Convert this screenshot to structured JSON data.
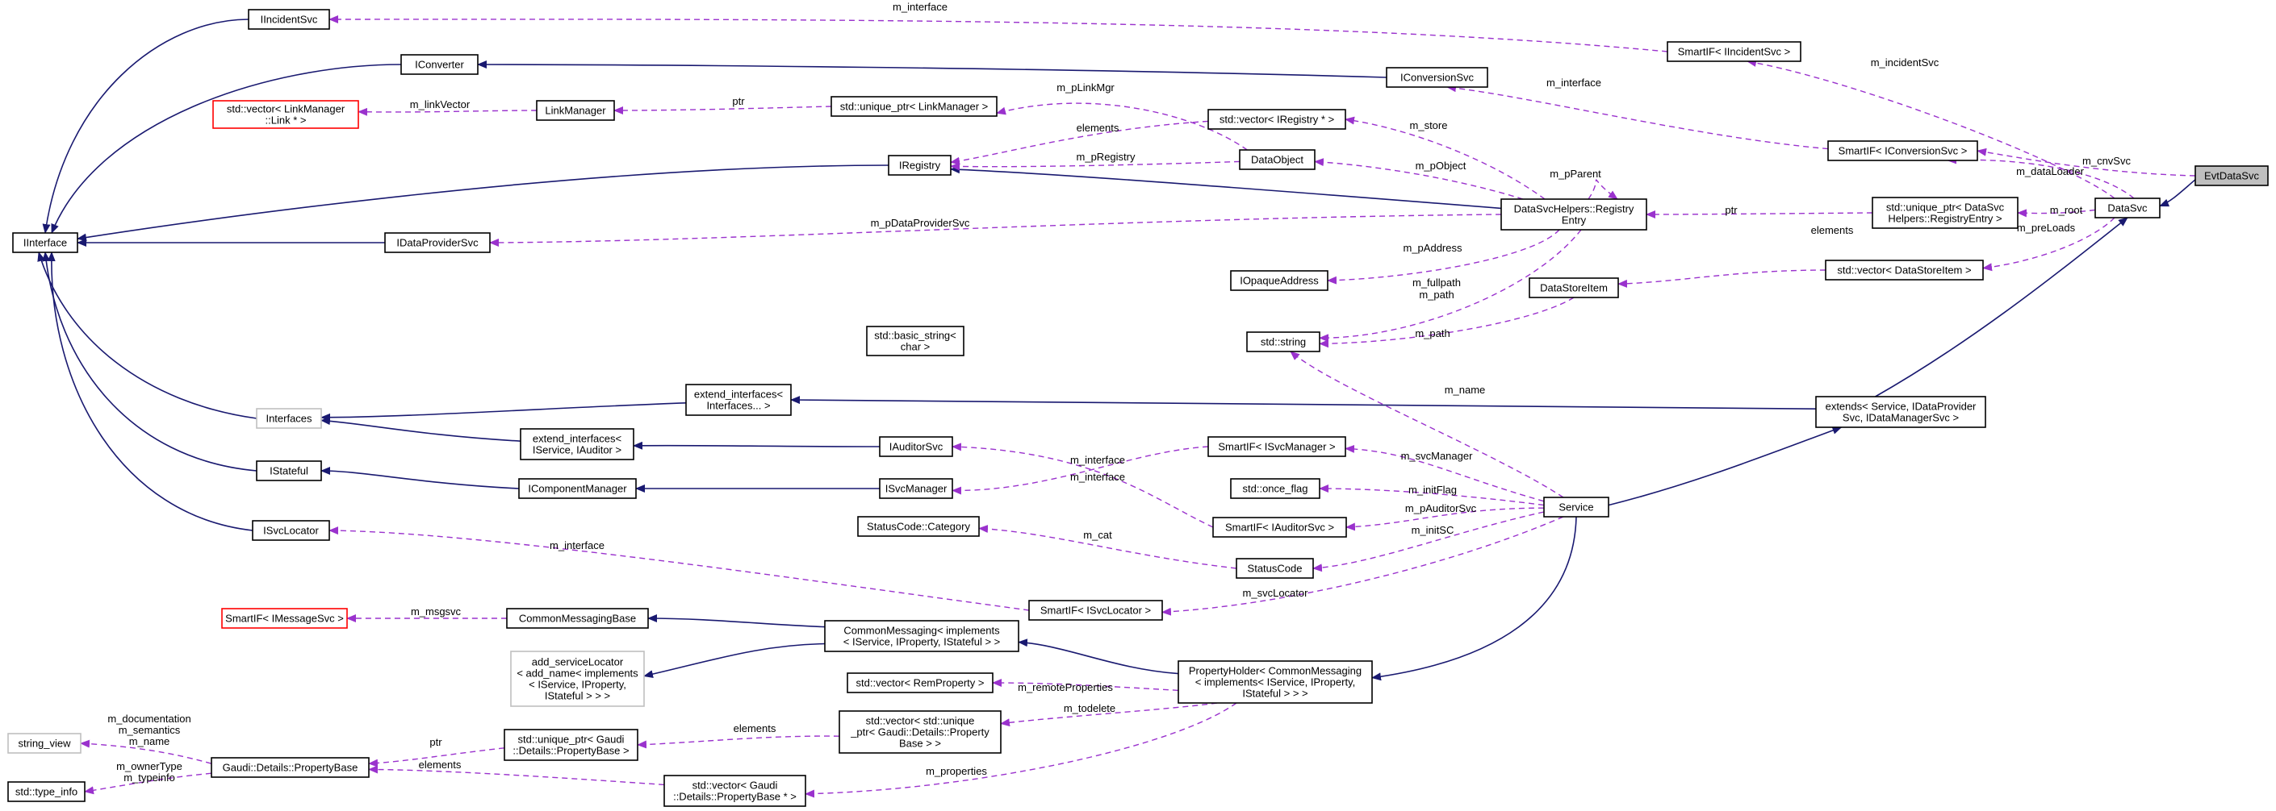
{
  "colors": {
    "inheritance": "#191970",
    "usage": "#9a32cd",
    "missing_class": "#ff0000",
    "external_class": "#bfbfbf",
    "focus_fill": "#bfbfbf"
  },
  "nodes": {
    "IIncidentSvc": [
      "IIncidentSvc"
    ],
    "IConverter": [
      "IConverter"
    ],
    "IInterface": [
      "IInterface"
    ],
    "VectorLinkManager": [
      "std::vector< LinkManager",
      "::Link * >"
    ],
    "LinkManager": [
      "LinkManager"
    ],
    "UniquePtrLinkManager": [
      "std::unique_ptr< LinkManager >"
    ],
    "IConversionSvc": [
      "IConversionSvc"
    ],
    "SmartIFIncidentSvc": [
      "SmartIF< IIncidentSvc >"
    ],
    "IRegistry": [
      "IRegistry"
    ],
    "VectorIRegistry": [
      "std::vector< IRegistry * >"
    ],
    "DataObject": [
      "DataObject"
    ],
    "SmartIFConversionSvc": [
      "SmartIF< IConversionSvc >"
    ],
    "EvtDataSvc": [
      "EvtDataSvc"
    ],
    "IDataProviderSvc": [
      "IDataProviderSvc"
    ],
    "RegistryEntry": [
      "DataSvcHelpers::Registry",
      "Entry"
    ],
    "UniquePtrRegistryEntry": [
      "std::unique_ptr< DataSvc",
      "Helpers::RegistryEntry >"
    ],
    "DataSvc": [
      "DataSvc"
    ],
    "IOpaqueAddress": [
      "IOpaqueAddress"
    ],
    "VectorDataStoreItem": [
      "std::vector< DataStoreItem >"
    ],
    "DataStoreItem": [
      "DataStoreItem"
    ],
    "BasicString": [
      "std::basic_string<",
      "char >"
    ],
    "StdString": [
      "std::string"
    ],
    "Interfaces": [
      "Interfaces"
    ],
    "ExtendInterfacesInterfaces": [
      "extend_interfaces<",
      "Interfaces... >"
    ],
    "ExtendsService": [
      "extends< Service, IDataProvider",
      "Svc, IDataManagerSvc >"
    ],
    "ExtendInterfacesServiceAuditor": [
      "extend_interfaces<",
      "IService, IAuditor >"
    ],
    "IAuditorSvc": [
      "IAuditorSvc"
    ],
    "SmartIFSvcManager": [
      "SmartIF< ISvcManager >"
    ],
    "IStateful": [
      "IStateful"
    ],
    "IComponentManager": [
      "IComponentManager"
    ],
    "ISvcManager": [
      "ISvcManager"
    ],
    "StdOnceFlag": [
      "std::once_flag"
    ],
    "Service": [
      "Service"
    ],
    "SmartIFAuditorSvc": [
      "SmartIF< IAuditorSvc >"
    ],
    "ISvcLocator": [
      "ISvcLocator"
    ],
    "StatusCodeCategory": [
      "StatusCode::Category"
    ],
    "StatusCode": [
      "StatusCode"
    ],
    "SmartIFSvcLocator": [
      "SmartIF< ISvcLocator >"
    ],
    "SmartIFMessageSvc": [
      "SmartIF< IMessageSvc >"
    ],
    "CommonMessagingBase": [
      "CommonMessagingBase"
    ],
    "CommonMessaging": [
      "CommonMessaging< implements",
      "< IService, IProperty, IStateful > >"
    ],
    "AddServiceLocator": [
      "add_serviceLocator",
      "< add_name< implements",
      "< IService, IProperty,",
      "IStateful > > >"
    ],
    "VectorRemProperty": [
      "std::vector< RemProperty >"
    ],
    "PropertyHolder": [
      "PropertyHolder< CommonMessaging",
      "< implements< IService, IProperty,",
      "IStateful > > >"
    ],
    "StringView": [
      "string_view"
    ],
    "UniquePtrPropertyBase": [
      "std::unique_ptr< Gaudi",
      "::Details::PropertyBase >"
    ],
    "VectorUniquePtrPropertyBase": [
      "std::vector< std::unique",
      "_ptr< Gaudi::Details::Property",
      "Base > >"
    ],
    "PropertyBase": [
      "Gaudi::Details::PropertyBase"
    ],
    "StdTypeInfo": [
      "std::type_info"
    ],
    "VectorPropertyBasePtr": [
      "std::vector< Gaudi",
      "::Details::PropertyBase * >"
    ]
  },
  "edge_labels": {
    "m_interface_incident": "m_interface",
    "m_incidentSvc": "m_incidentSvc",
    "m_linkVector": "m_linkVector",
    "ptr_link": "ptr",
    "m_pLinkMgr": "m_pLinkMgr",
    "elements_registry": "elements",
    "m_interface_conversion": "m_interface",
    "m_cnvSvc": "m_cnvSvc",
    "m_store": "m_store",
    "m_dataLoader": "m_dataLoader",
    "m_pRegistry": "m_pRegistry",
    "m_pParent": "m_pParent",
    "m_pObject": "m_pObject",
    "m_pDataProviderSvc": "m_pDataProviderSvc",
    "ptr_registry": "ptr",
    "m_root": "m_root",
    "m_preLoads": "m_preLoads",
    "m_pAddress": "m_pAddress",
    "elements_storeitem": "elements",
    "m_fullpath": "m_fullpath",
    "m_path_entry": "m_path",
    "m_path_storeitem": "m_path",
    "m_name": "m_name",
    "m_interface_auditor": "m_interface",
    "m_svcManager": "m_svcManager",
    "m_interface_svcmanager": "m_interface",
    "m_initFlag": "m_initFlag",
    "m_pAuditorSvc": "m_pAuditorSvc",
    "m_initSC": "m_initSC",
    "m_cat": "m_cat",
    "m_interface_locator": "m_interface",
    "m_svcLocator": "m_svcLocator",
    "m_msgsvc": "m_msgsvc",
    "m_remoteProperties": "m_remoteProperties",
    "m_todelete": "m_todelete",
    "elements_uniqueptr": "elements",
    "ptr_propertybase": "ptr",
    "m_documentation": "m_documentation",
    "m_semantics": "m_semantics",
    "m_name_prop": "m_name",
    "m_ownerType": "m_ownerType",
    "m_typeinfo": "m_typeinfo",
    "elements_propertybase": "elements",
    "m_properties": "m_properties"
  }
}
